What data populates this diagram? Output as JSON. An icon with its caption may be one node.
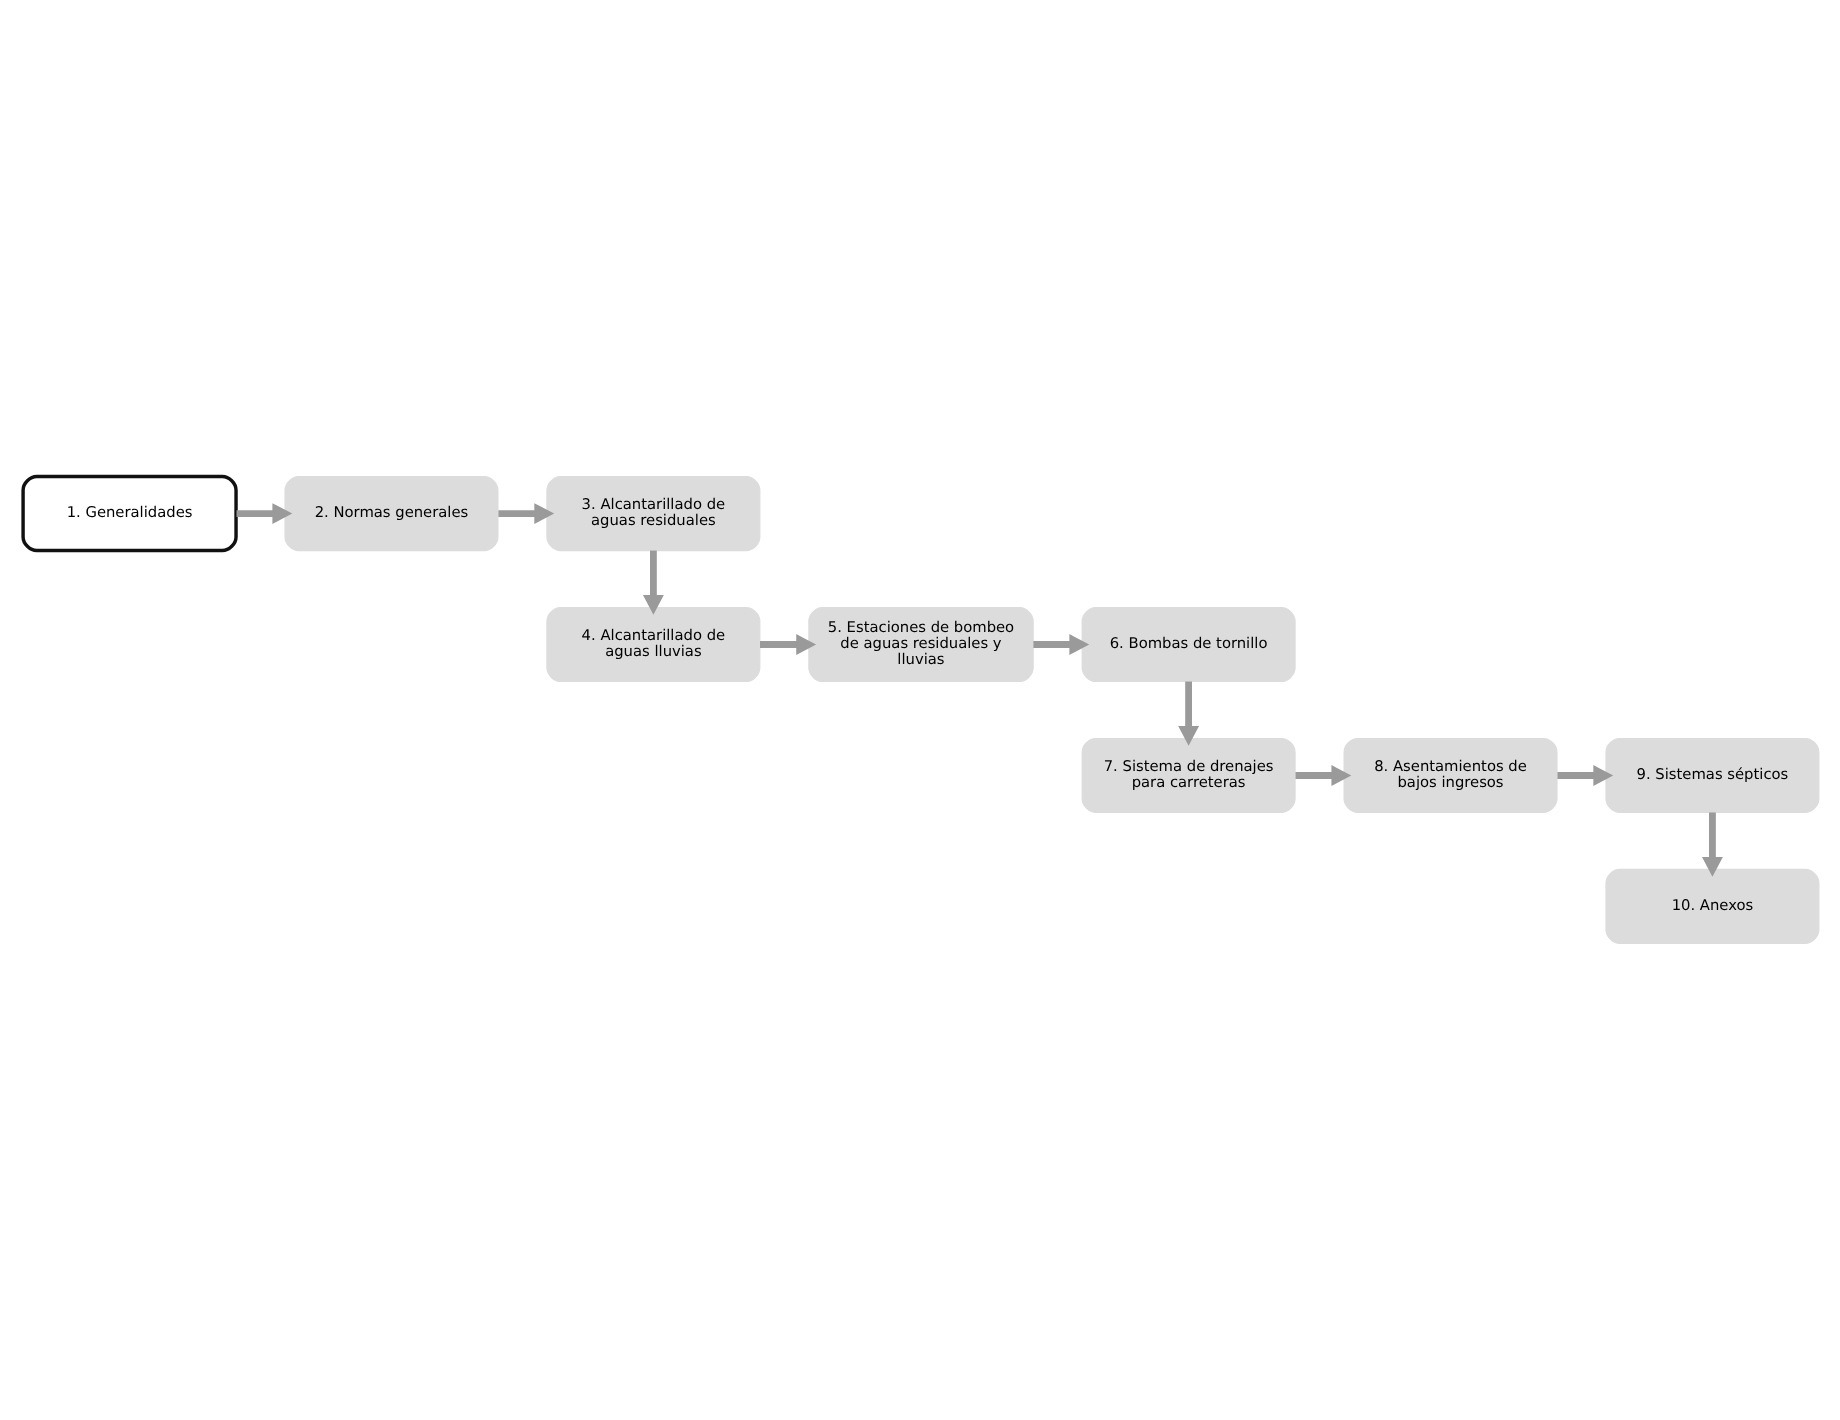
{
  "diagram": {
    "nodes": [
      {
        "text": [
          "1. Generalidades"
        ]
      },
      {
        "text": [
          "2. Normas generales"
        ]
      },
      {
        "text": [
          "3. Alcantarillado de aguas residuales"
        ]
      },
      {
        "text": [
          "4. Alcantarillado de aguas lluvias"
        ]
      },
      {
        "text": [
          "5. Estaciones de bombeo de aguas residuales y lluvias"
        ]
      },
      {
        "text": [
          "6. Bombas de tornillo"
        ]
      },
      {
        "text": [
          "7. Sistema de drenajes para carreteras"
        ]
      },
      {
        "text": [
          "8. Asentamientos de bajos ingresos"
        ]
      },
      {
        "text": [
          "9. Sistemas sépticos"
        ]
      },
      {
        "text": [
          "10. Anexos"
        ]
      }
    ],
    "edges": [
      {
        "from": 0,
        "to": 1,
        "arrow": "to"
      },
      {
        "from": 1,
        "to": 2,
        "arrow": "to"
      },
      {
        "from": 2,
        "to": 3,
        "arrow": "to"
      },
      {
        "from": 3,
        "to": 4,
        "arrow": "to"
      },
      {
        "from": 4,
        "to": 5,
        "arrow": "to"
      },
      {
        "from": 5,
        "to": 6,
        "arrow": "to"
      },
      {
        "from": 6,
        "to": 7,
        "arrow": "to"
      },
      {
        "from": 7,
        "to": 8,
        "arrow": "to"
      },
      {
        "from": 8,
        "to": 9,
        "arrow": "to"
      }
    ]
  }
}
